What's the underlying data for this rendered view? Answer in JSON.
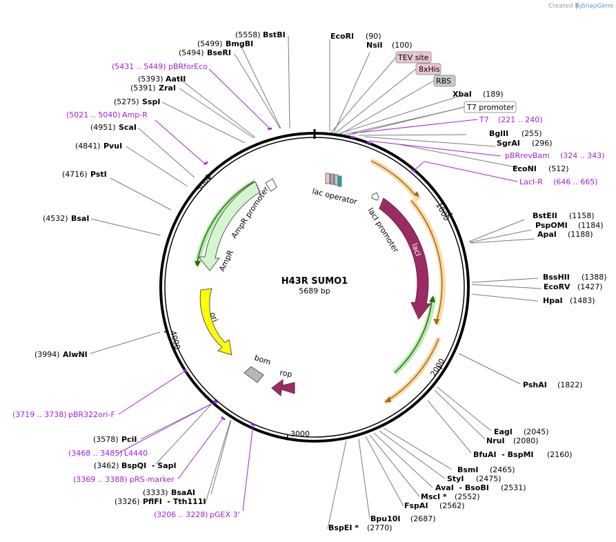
{
  "credit": {
    "text": "Created by",
    "brand": "SnapGene"
  },
  "map": {
    "name": "H43R SUMO1",
    "length": "5689 bp"
  },
  "ticks": [
    "1000",
    "2000",
    "3000",
    "4000",
    "5000"
  ],
  "enzymes": {
    "e90": {
      "name": "EcoRI",
      "pos": "(90)"
    },
    "e100": {
      "name": "NsiI",
      "pos": "(100)"
    },
    "e189": {
      "name": "XbaI",
      "pos": "(189)"
    },
    "e255": {
      "name": "BglII",
      "pos": "(255)"
    },
    "e296": {
      "name": "SgrAI",
      "pos": "(296)"
    },
    "e512": {
      "name": "EcoNI",
      "pos": "(512)"
    },
    "e1158": {
      "name": "BstEII",
      "pos": "(1158)"
    },
    "e1184": {
      "name": "PspOMI",
      "pos": "(1184)"
    },
    "e1188": {
      "name": "ApaI",
      "pos": "(1188)"
    },
    "e1388": {
      "name": "BssHII",
      "pos": "(1388)"
    },
    "e1427": {
      "name": "EcoRV",
      "pos": "(1427)"
    },
    "e1483": {
      "name": "HpaI",
      "pos": "(1483)"
    },
    "e1822": {
      "name": "PshAI",
      "pos": "(1822)"
    },
    "e2045": {
      "name": "EagI",
      "pos": "(2045)"
    },
    "e2080": {
      "name": "NruI",
      "pos": "(2080)"
    },
    "e2160": {
      "name": "BfuAI  - BspMI",
      "pos": "(2160)"
    },
    "e2465": {
      "name": "BsmI",
      "pos": "(2465)"
    },
    "e2475": {
      "name": "StyI",
      "pos": "(2475)"
    },
    "e2531": {
      "name": "AvaI  - BsoBI",
      "pos": "(2531)"
    },
    "e2552": {
      "name": "MscI *",
      "pos": "(2552)"
    },
    "e2562": {
      "name": "FspAI",
      "pos": "(2562)"
    },
    "e2687": {
      "name": "Bpu10I",
      "pos": "(2687)"
    },
    "e2770": {
      "name": "BspEI *",
      "pos": "(2770)"
    },
    "e3326": {
      "name": "PflFI  - Tth111I",
      "pos": "(3326)"
    },
    "e3333": {
      "name": "BsaAI",
      "pos": "(3333)"
    },
    "e3462": {
      "name": "BspQI  - SapI",
      "pos": "(3462)"
    },
    "e3578": {
      "name": "PciI",
      "pos": "(3578)"
    },
    "e3994": {
      "name": "AlwNI",
      "pos": "(3994)"
    },
    "e4532": {
      "name": "BsaI",
      "pos": "(4532)"
    },
    "e4716": {
      "name": "PstI",
      "pos": "(4716)"
    },
    "e4841": {
      "name": "PvuI",
      "pos": "(4841)"
    },
    "e4951": {
      "name": "ScaI",
      "pos": "(4951)"
    },
    "e5275": {
      "name": "SspI",
      "pos": "(5275)"
    },
    "e5391": {
      "name": "ZraI",
      "pos": "(5391)"
    },
    "e5393": {
      "name": "AatII",
      "pos": "(5393)"
    },
    "e5494": {
      "name": "BseRI",
      "pos": "(5494)"
    },
    "e5499": {
      "name": "BmgBI",
      "pos": "(5499)"
    },
    "e5558": {
      "name": "BstBI",
      "pos": "(5558)"
    }
  },
  "primers": {
    "p5431": {
      "name": "pBRforEco",
      "range": "(5431 .. 5449)"
    },
    "p5021": {
      "name": "Amp-R",
      "range": "(5021 .. 5040)"
    },
    "p221": {
      "name": "T7",
      "range": "(221 .. 240)"
    },
    "p324": {
      "name": "pBRrevBam",
      "range": "(324 .. 343)"
    },
    "p646": {
      "name": "LacI-R",
      "range": "(646 .. 665)"
    },
    "p3719": {
      "name": "pBR322ori-F",
      "range": "(3719 .. 3738)"
    },
    "p3468": {
      "name": "L4440",
      "range": "(3468 .. 3485)"
    },
    "p3369": {
      "name": "pRS-marker",
      "range": "(3369 .. 3388)"
    },
    "p3206": {
      "name": "pGEX 3'",
      "range": "(3206 .. 3228)"
    }
  },
  "tags": {
    "tev": "TEV site",
    "his": "8xHis",
    "rbs": "RBS",
    "t7": "T7 promoter"
  },
  "features": {
    "lac_operator": "lac operator",
    "laci_promoter": "lacI promoter",
    "laci": "lacI",
    "ampr": "AmpR",
    "ampr_promoter": "AmpR promoter",
    "ori": "ori",
    "bom": "bom",
    "rop": "rop"
  },
  "colors": {
    "backbone": "#000000",
    "leader": "#7a7a7a",
    "primer": "#a020e0",
    "laci": "#9b2c63",
    "ampr": "#d4f5d0",
    "ori": "#ffff00",
    "orange_track": "#f8dcac",
    "green_track": "#b6ecac",
    "tev": "#e9c6cf",
    "rbs": "#c4c8cf"
  }
}
